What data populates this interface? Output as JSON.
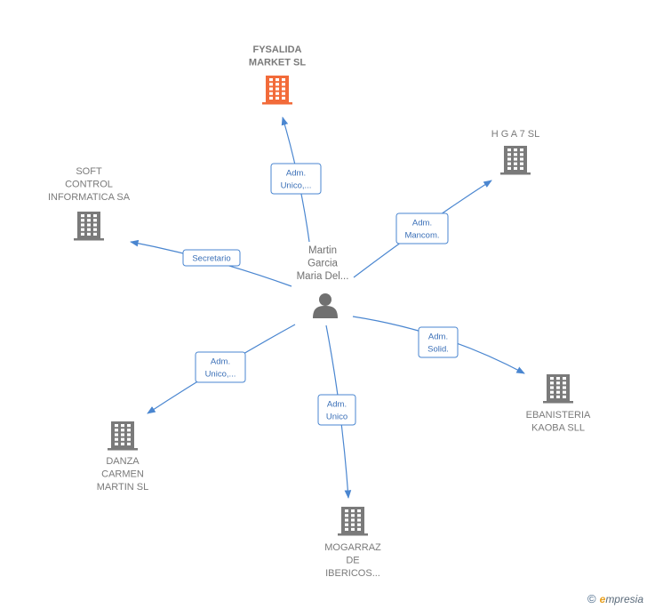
{
  "center": {
    "lines": [
      "Martin",
      "Garcia",
      "Maria Del..."
    ],
    "icon": "person-icon"
  },
  "companies": [
    {
      "id": "fysalida",
      "lines": [
        "FYSALIDA",
        "MARKET  SL"
      ],
      "color": "#f26b3a",
      "highlight": true,
      "icon": "building-icon"
    },
    {
      "id": "hga7",
      "lines": [
        "H G A 7 SL"
      ],
      "color": "#7a7a7a",
      "icon": "building-icon"
    },
    {
      "id": "soft",
      "lines": [
        "SOFT",
        "CONTROL",
        "INFORMATICA SA"
      ],
      "color": "#7a7a7a",
      "icon": "building-icon"
    },
    {
      "id": "ebanisteria",
      "lines": [
        "EBANISTERIA",
        "KAOBA  SLL"
      ],
      "color": "#7a7a7a",
      "icon": "building-icon"
    },
    {
      "id": "danza",
      "lines": [
        "DANZA",
        "CARMEN",
        "MARTIN  SL"
      ],
      "color": "#7a7a7a",
      "icon": "building-icon"
    },
    {
      "id": "mogarraz",
      "lines": [
        "MOGARRAZ",
        "DE",
        "IBERICOS..."
      ],
      "color": "#7a7a7a",
      "icon": "building-icon"
    }
  ],
  "relations": [
    {
      "to": "fysalida",
      "lines": [
        "Adm.",
        "Unico,..."
      ]
    },
    {
      "to": "hga7",
      "lines": [
        "Adm.",
        "Mancom."
      ]
    },
    {
      "to": "soft",
      "lines": [
        "Secretario"
      ]
    },
    {
      "to": "ebanisteria",
      "lines": [
        "Adm.",
        "Solid."
      ]
    },
    {
      "to": "danza",
      "lines": [
        "Adm.",
        "Unico,..."
      ]
    },
    {
      "to": "mogarraz",
      "lines": [
        "Adm.",
        "Unico"
      ]
    }
  ],
  "colors": {
    "edge": "#4a86d0",
    "building": "#7a7a7a",
    "highlight": "#f26b3a",
    "person": "#707070"
  },
  "footer": {
    "copyright": "©",
    "brand_initial": "e",
    "brand_rest": "mpresia"
  }
}
